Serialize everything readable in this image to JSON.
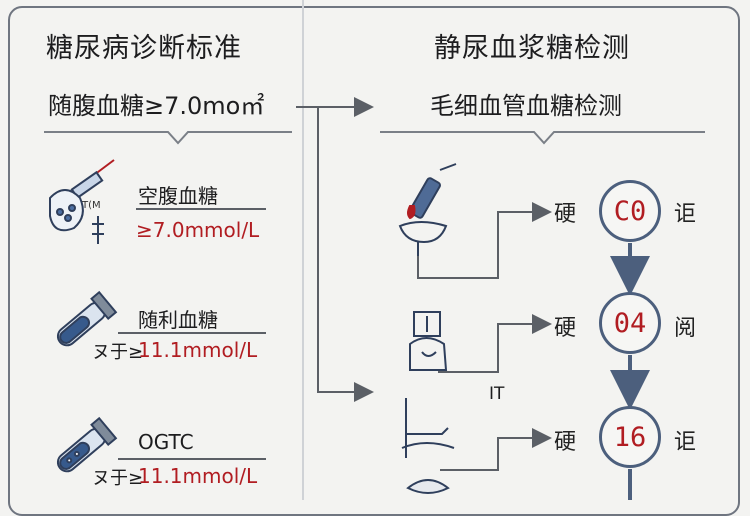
{
  "left": {
    "title": "糖尿病诊断标准",
    "subtitle": "随腹血糖≥7.0mo㎡",
    "items": [
      {
        "label": "空腹血糖",
        "value": "≥7.0mmol/L",
        "icon": "syringe-icon",
        "tag": "T"
      },
      {
        "label": "随利血糖",
        "prefix": "ヌ于≥",
        "value": "11.1mmol/L",
        "icon": "test-tube-icon"
      },
      {
        "label": "OGTC",
        "prefix": "ヌ于≥",
        "value": "11.1mmol/L",
        "icon": "test-tube-icon"
      }
    ]
  },
  "right": {
    "title": "静尿血浆糖检测",
    "subtitle": "毛细血管血糖检测",
    "steps": [
      {
        "left": "硬",
        "value": "C0",
        "right": "讵",
        "icon": "blood-drop-syringe-icon"
      },
      {
        "left": "硬",
        "value": "04",
        "right": "阅",
        "icon": "patient-icon"
      },
      {
        "left": "硬",
        "value": "16",
        "right": "讵",
        "icon": "hand-test-icon"
      }
    ],
    "marker": "IT"
  },
  "colors": {
    "accent_red": "#b11d22",
    "navy": "#4c5f7d",
    "line": "#5b5f66"
  }
}
